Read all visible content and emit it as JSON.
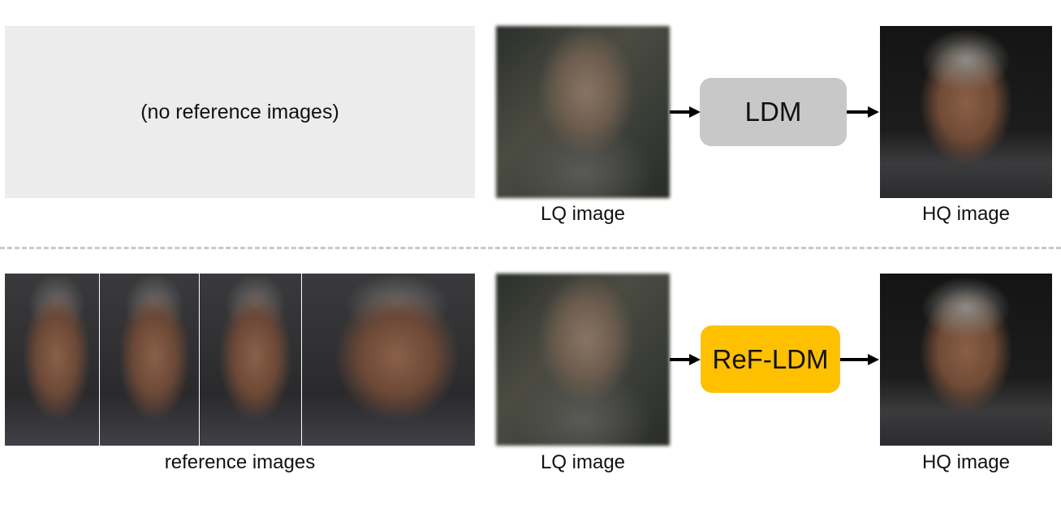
{
  "top_row": {
    "no_reference_text": "(no reference images)",
    "lq_caption": "LQ image",
    "model_label": "LDM",
    "hq_caption": "HQ image"
  },
  "bottom_row": {
    "reference_caption": "reference images",
    "lq_caption": "LQ image",
    "model_label": "ReF-LDM",
    "hq_caption": "HQ image"
  },
  "colors": {
    "ldm_box": "#c8c8c8",
    "refldm_box": "#ffc000",
    "arrow": "#000000",
    "divider": "#c8c8c8",
    "placeholder_bg": "#ececec"
  },
  "icons": [
    "arrow-right-icon"
  ]
}
